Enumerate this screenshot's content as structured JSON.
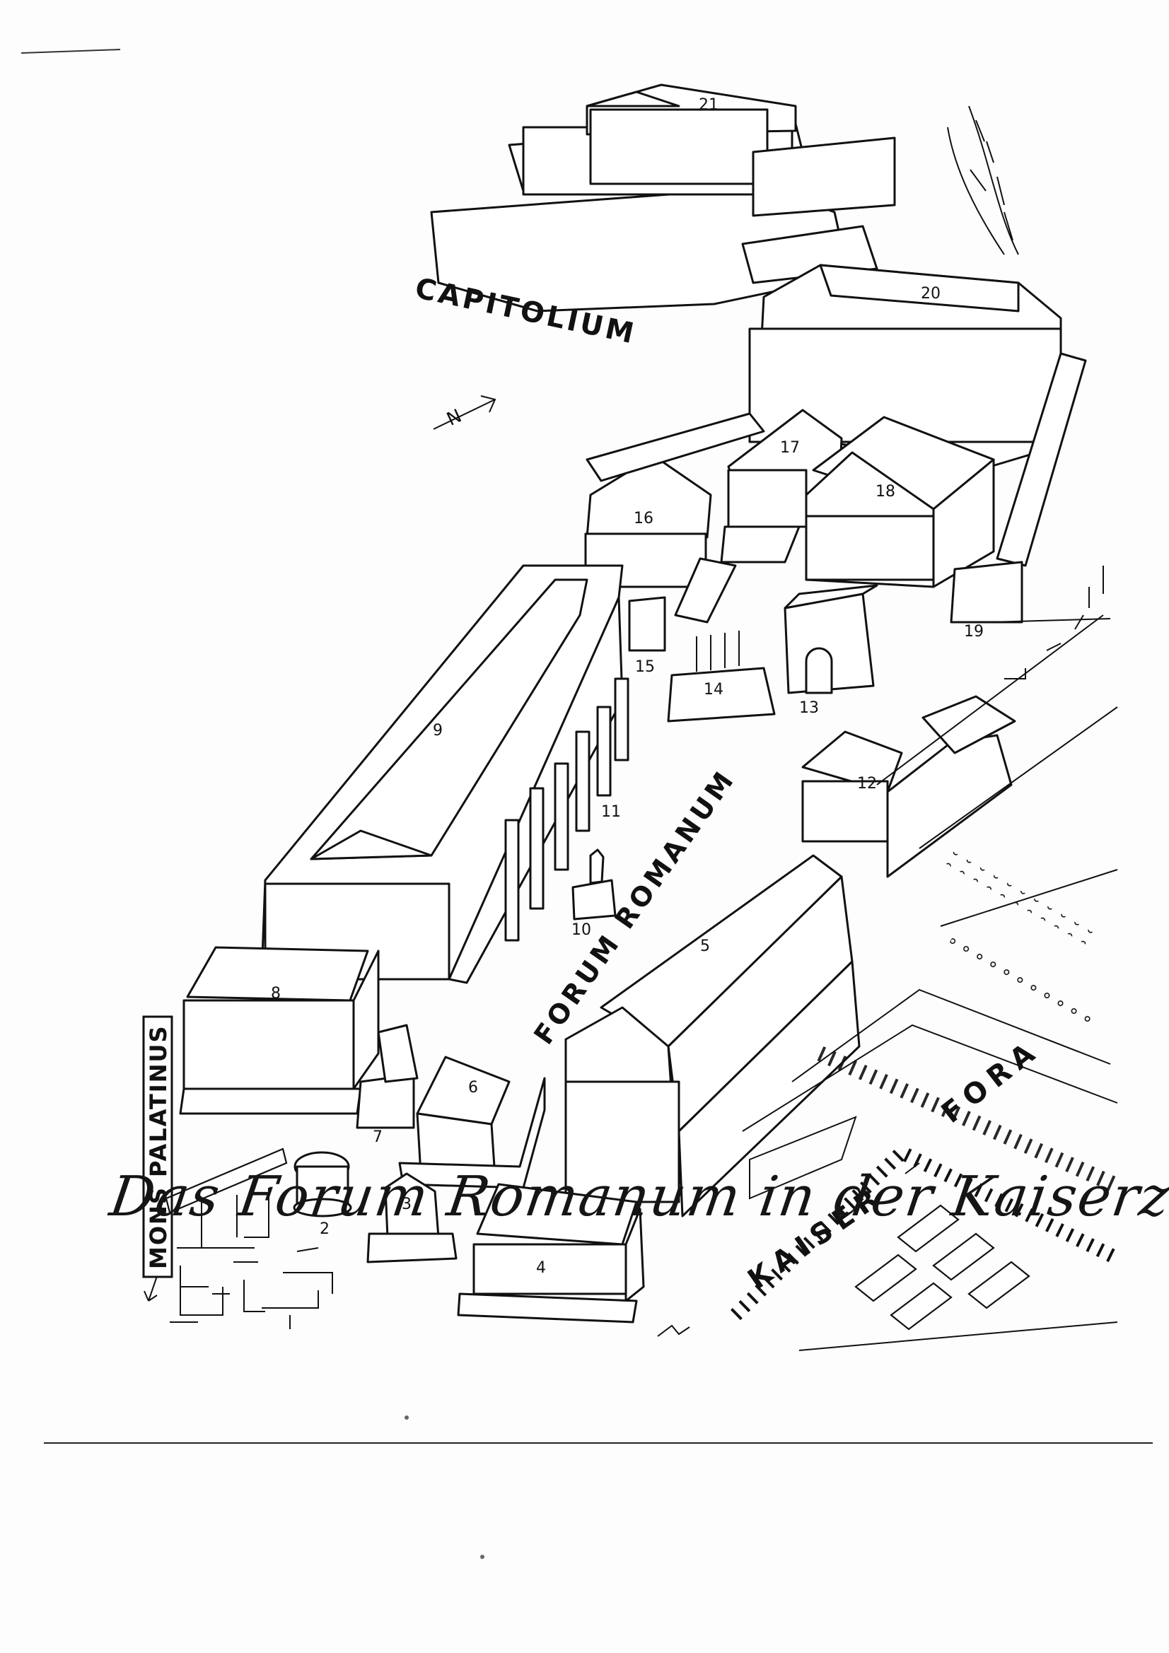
{
  "map": {
    "region_labels": {
      "capitolium": "CAPITOLIUM",
      "forum": "FORUM ROMANUM",
      "palatinus": "MONS PALATINUS",
      "kaiser": "KAISER",
      "fora": "FORA"
    },
    "building_numbers": [
      "2",
      "3",
      "4",
      "5",
      "6",
      "7",
      "8",
      "9",
      "10",
      "11",
      "12",
      "13",
      "14",
      "15",
      "16",
      "17",
      "18",
      "19",
      "20",
      "21"
    ]
  },
  "caption": "Das Forum Romanum in der Kaiserzeit"
}
